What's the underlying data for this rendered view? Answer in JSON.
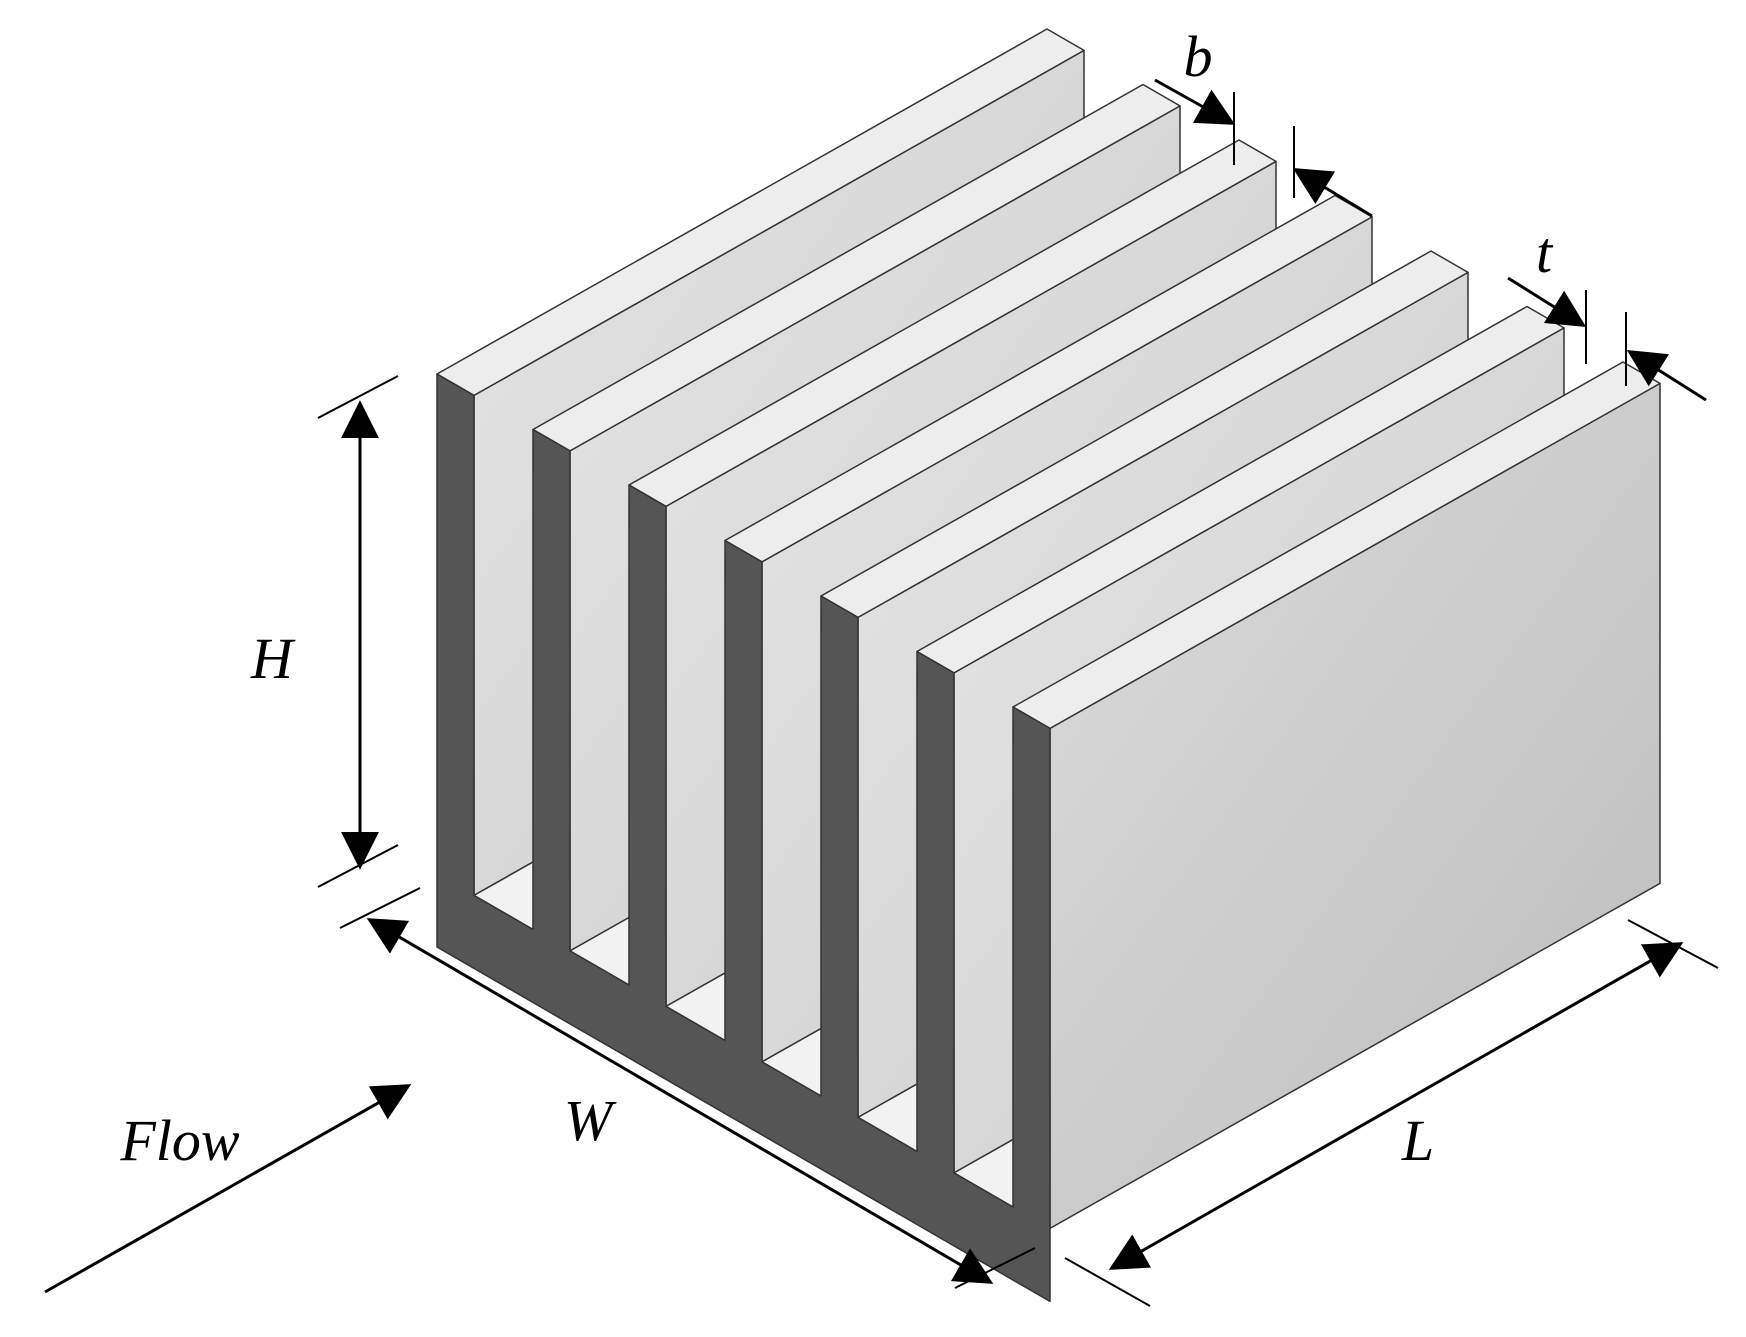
{
  "labels": {
    "height": "H",
    "width": "W",
    "length": "L",
    "fin_gap": "b",
    "fin_thickness": "t",
    "flow": "Flow"
  },
  "heat_sink": {
    "fin_count": 7,
    "colors": {
      "base_front": "#555555",
      "fin_side": "#d3d3d3",
      "fin_top": "#ededed",
      "outline": "#333333",
      "channel_floor": "#f2f2f2"
    }
  }
}
